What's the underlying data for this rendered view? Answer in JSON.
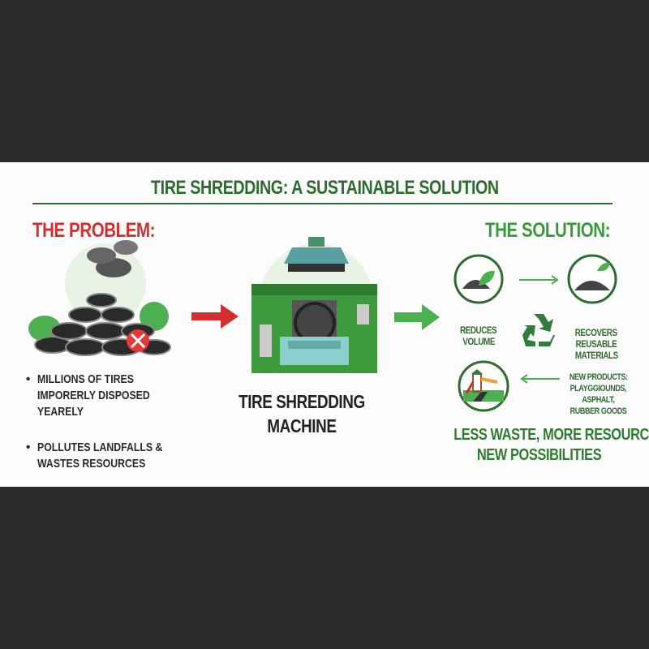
{
  "title": "TIRE SHREDDING: A SUSTAINABLE SOLUTION",
  "problem": {
    "heading": "THE PROBLEM:",
    "bullets": [
      "MILLIONS OF TIRES IMPORERLY DISPOSED YEARELY",
      "POLLUTES LANDFALLS & WASTES RESOURCES"
    ]
  },
  "machine": {
    "caption_line1": "TIRE SHREDDING",
    "caption_line2": "MACHINE"
  },
  "solution": {
    "heading": "THE SOLUTION:",
    "reduces_l1": "REDUCES",
    "reduces_l2": "VOLUME",
    "recovers_l1": "RECOVERS",
    "recovers_l2": "REUSABLE",
    "recovers_l3": "MATERIALS",
    "products_l1": "NEW PRODUCTS:",
    "products_l2": "PLAYGGIOUNDS,",
    "products_l3": "ASPHALT,",
    "products_l4": "RUBBER GOODS",
    "tagline_l1": "LESS WASTE, MORE RESOURCES,",
    "tagline_l2": "NEW POSSIBILITIES"
  },
  "colors": {
    "green": "#2e6b2e",
    "red": "#d32f2f",
    "background": "#2b2b2b",
    "arrow_green": "#4caf50"
  }
}
